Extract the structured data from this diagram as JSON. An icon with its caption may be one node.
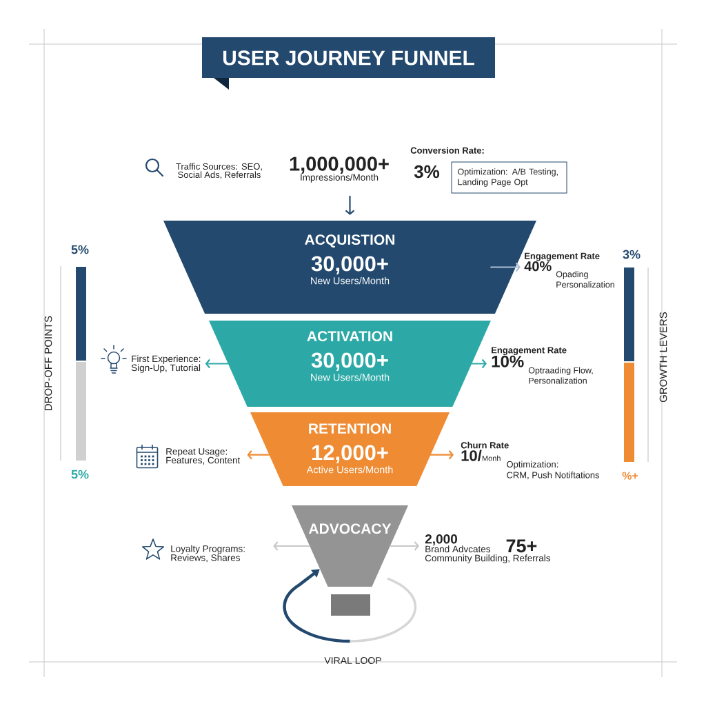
{
  "diagram": {
    "title": "USER JOURNEY FUNNEL",
    "nodes": [
      {
        "text": [
          "1,000,000+",
          "Impressions/Month"
        ]
      },
      {
        "text": [
          "Optimization: A/B Testing, Landing Page Opt"
        ]
      },
      {
        "text": [
          "ACQUISTION",
          "30,000+",
          "New Users/Month"
        ]
      },
      {
        "text": [
          "Engagement Rate",
          "40%",
          "Opading Personalization"
        ]
      },
      {
        "text": [
          "First Experience:",
          "Sign-Up, Tutorial"
        ]
      },
      {
        "text": [
          "ACTIVATION",
          "30,000+",
          "New Users/Month"
        ]
      },
      {
        "text": [
          "Engagement Rate",
          "10%",
          "Optraading Flow, Personalization"
        ]
      },
      {
        "text": [
          "Repeat Usage:",
          "Features, Content"
        ]
      },
      {
        "text": [
          "RETENTION",
          "12,000+",
          "Active Users/Month"
        ]
      },
      {
        "text": [
          "Churn Rate",
          "10/",
          "Monh",
          "Optimization:",
          "CRM, Push Notiftations"
        ]
      },
      {
        "text": [
          "Loyalty Programs:",
          "Reviews, Shares"
        ]
      },
      {
        "text": [
          "ADVOCACY"
        ]
      },
      {
        "text": [
          "2,000",
          "Brand Advcates",
          "75+",
          "Community Building, Referrals"
        ]
      },
      {
        "text": [],
        "shape": "box"
      }
    ],
    "edges": [
      {
        "from": 0,
        "to": 2,
        "arrow": "to"
      },
      {
        "from": 2,
        "to": 3,
        "arrow": "to",
        "color": "#aebfd3"
      },
      {
        "from": 5,
        "to": 4,
        "arrow": "to",
        "color": "#2ca9a6"
      },
      {
        "from": 5,
        "to": 6,
        "arrow": "to",
        "color": "#2ca9a6"
      },
      {
        "from": 8,
        "to": 7,
        "arrow": "to",
        "color": "#ee8b33"
      },
      {
        "from": 8,
        "to": 9,
        "arrow": "to",
        "color": "#ee8b33"
      },
      {
        "from": 11,
        "to": 10,
        "arrow": "to",
        "color": "#c8c8c8"
      },
      {
        "from": 11,
        "to": 12,
        "arrow": "to",
        "color": "#c8c8c8"
      },
      {
        "from": null,
        "to": 11,
        "arrow": "to",
        "style": "thick"
      }
    ],
    "labels": [
      "Traffic Sources: SEO, Social Ads, Referrals",
      "Conversion Rate:",
      "3%",
      "5%",
      "3%",
      "DROP-OFF POINTS",
      "GROWTH LEVERS",
      "5%",
      "%+",
      "VIRAL LOOP"
    ]
  }
}
